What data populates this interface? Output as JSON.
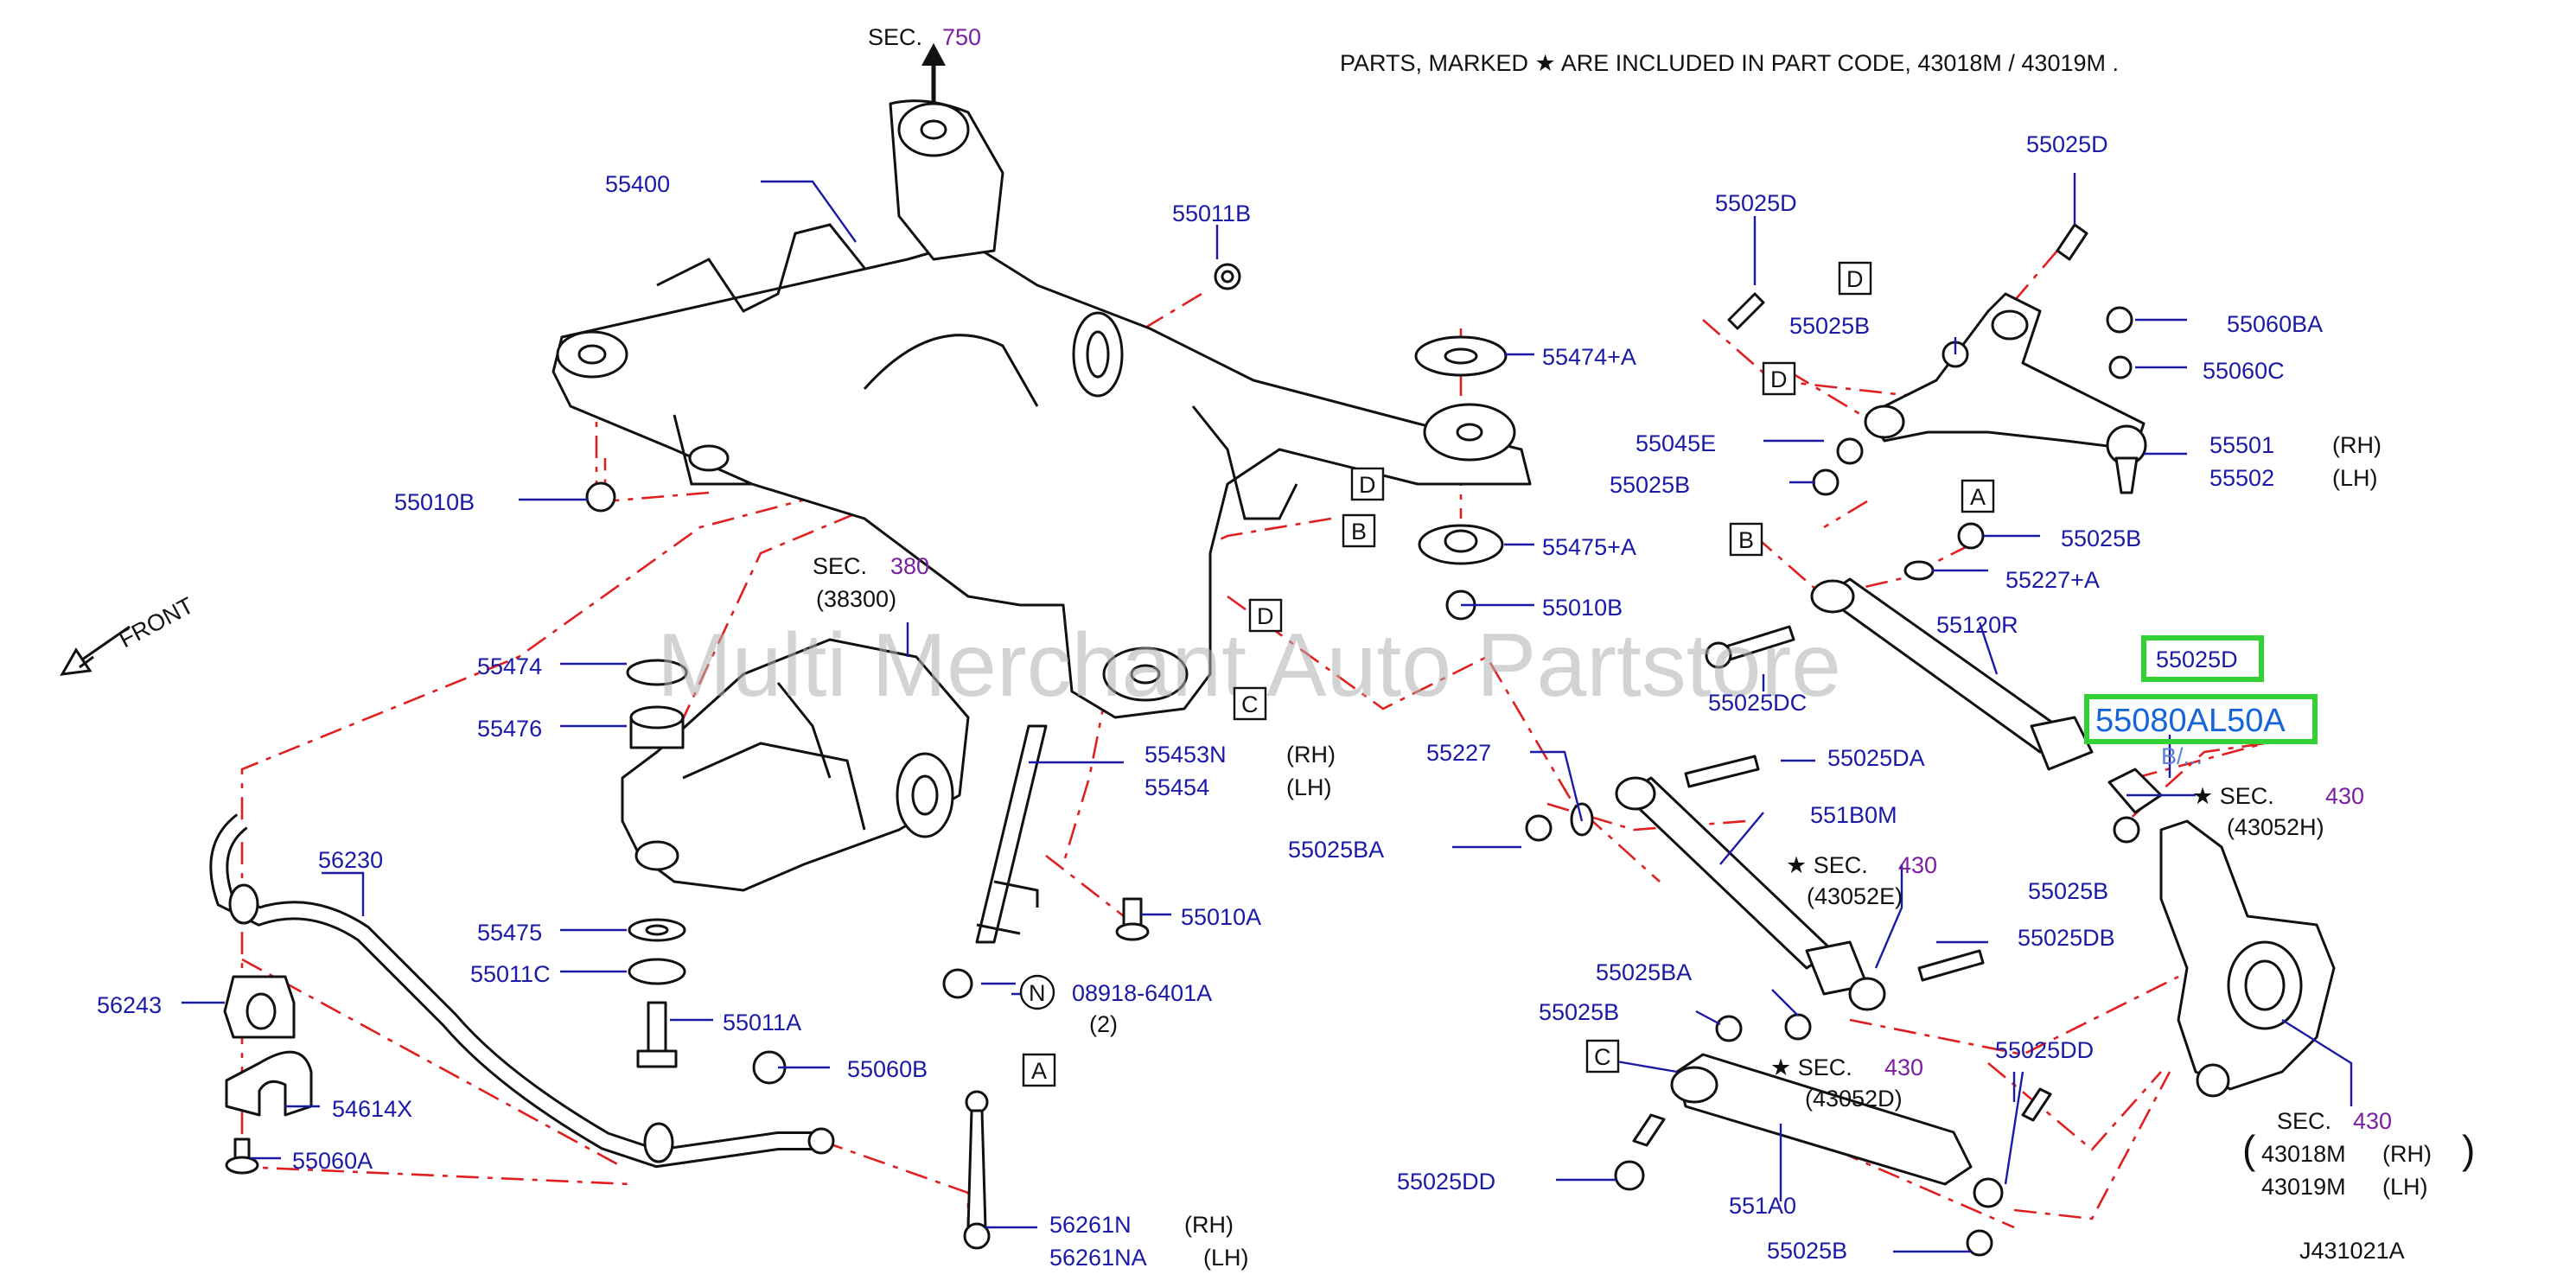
{
  "header_note": "PARTS,   MARKED  ★ ARE   INCLUDED   IN   PART   CODE,   43018M   /   43019M   .",
  "watermark": "Multi Merchant Auto Partstore",
  "drawing_id": "J431021A",
  "front_label": "FRONT",
  "highlight": {
    "part_top": "55025D",
    "part_main": "55080AL50A",
    "part_under": "B/..."
  },
  "sec_refs": {
    "sec_750": {
      "prefix": "SEC.",
      "num": "750"
    },
    "sec_380": {
      "prefix": "SEC.",
      "num": "380",
      "sub": "(38300)"
    },
    "sec_430_h": {
      "prefix": "★ SEC.",
      "num": "430",
      "sub": "(43052H)"
    },
    "sec_430_e": {
      "prefix": "★ SEC.",
      "num": "430",
      "sub": "(43052E)"
    },
    "sec_430_d": {
      "prefix": "★ SEC.",
      "num": "430",
      "sub": "(43052D)"
    },
    "sec_430_k": {
      "prefix": "SEC.",
      "num": "430",
      "rh_code": "43018M",
      "rh": "(RH)",
      "lh_code": "43019M",
      "lh": "(LH)"
    }
  },
  "letters": {
    "a": "A",
    "b": "B",
    "c": "C",
    "d": "D",
    "n": "N"
  },
  "parts": {
    "p55400": "55400",
    "p55011B": "55011B",
    "p55474A": "55474+A",
    "p55475A": "55475+A",
    "p55010B_r": "55010B",
    "p55010B_l": "55010B",
    "p55474": "55474",
    "p55476": "55476",
    "p55475": "55475",
    "p55011C": "55011C",
    "p55011A": "55011A",
    "p55453N": "55453N",
    "p55454": "55454",
    "rh1": "(RH)",
    "lh1": "(LH)",
    "p55010A": "55010A",
    "p08918": "08918-6401A",
    "p08918_qty": "(2)",
    "p56230": "56230",
    "p56243": "56243",
    "p54614X": "54614X",
    "p55060A": "55060A",
    "p55060B": "55060B",
    "p56261N": "56261N",
    "p56261NA": "56261NA",
    "rh2": "(RH)",
    "lh2": "(LH)",
    "p55025D_1": "55025D",
    "p55025D_2": "55025D",
    "p55025B_1": "55025B",
    "p55060BA": "55060BA",
    "p55060C": "55060C",
    "p55045E": "55045E",
    "p55025B_2": "55025B",
    "p55501": "55501",
    "p55502": "55502",
    "rh3": "(RH)",
    "lh3": "(LH)",
    "p55025B_3": "55025B",
    "p55227A": "55227+A",
    "p55120R": "55120R",
    "p55025DC": "55025DC",
    "p55227": "55227",
    "p55025DA": "55025DA",
    "p55025BA_1": "55025BA",
    "p551B0M": "551B0M",
    "p55025B_4": "55025B",
    "p55025DB": "55025DB",
    "p55025BA_2": "55025BA",
    "p55025B_5": "55025B",
    "p55025DD_1": "55025DD",
    "p55025DD_2": "55025DD",
    "p551A0": "551A0",
    "p55025B_6": "55025B"
  }
}
